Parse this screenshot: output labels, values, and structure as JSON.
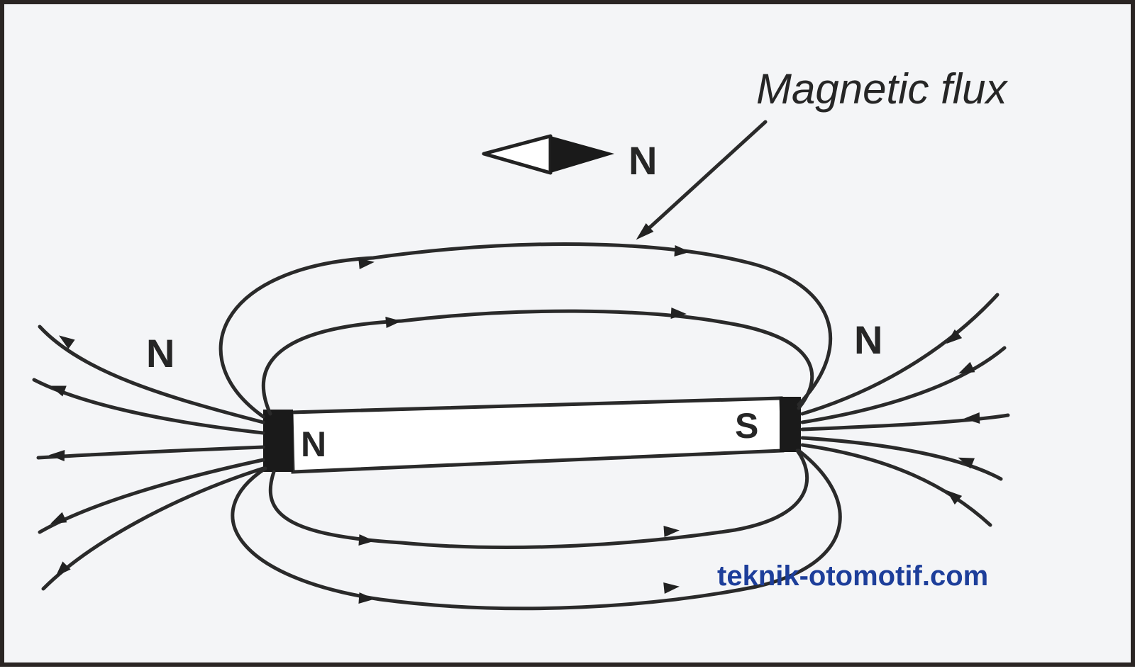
{
  "labels": {
    "magnetic_flux": "Magnetic flux",
    "compass_pole": "N",
    "field_north_left": "N",
    "field_north_right": "N",
    "magnet_north": "N",
    "magnet_south": "S"
  },
  "watermark": "teknik-otomotif.com",
  "colors": {
    "frame": "#2a2523",
    "background": "#f4f5f7",
    "ink": "#2a2a2a",
    "watermark": "#1d3e9a"
  }
}
